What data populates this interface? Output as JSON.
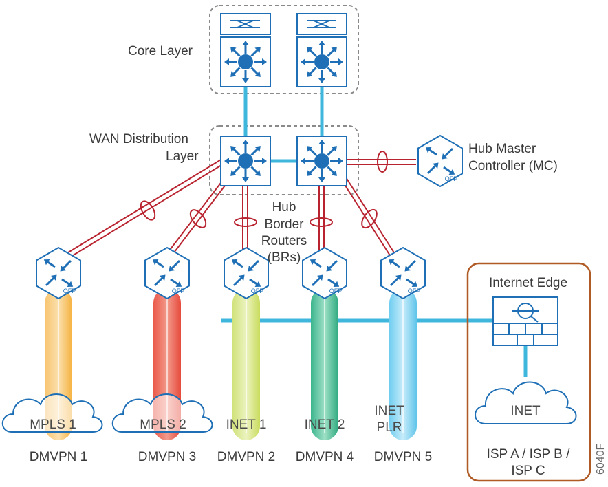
{
  "labels": {
    "core_layer": "Core Layer",
    "wan_dist_line1": "WAN Distribution",
    "wan_dist_line2": "Layer",
    "hub_mc_line1": "Hub Master",
    "hub_mc_line2": "Controller (MC)",
    "hub_br_line1": "Hub",
    "hub_br_line2": "Border",
    "hub_br_line3": "Routers",
    "hub_br_line4": "(BRs)",
    "internet_edge": "Internet Edge",
    "inet_cloud": "INET",
    "isp_line1": "ISP A / ISP B /",
    "isp_line2": "ISP C",
    "figure_id": "6040F",
    "qfp": "QFP"
  },
  "transports": [
    {
      "cloud": "MPLS 1",
      "dmvpn": "DMVPN 1",
      "color": "#f5b240"
    },
    {
      "cloud": "MPLS 2",
      "dmvpn": "DMVPN 3",
      "color": "#ea5a4a"
    },
    {
      "cloud": "INET 1",
      "dmvpn": "DMVPN 2",
      "color": "#c9dc5c"
    },
    {
      "cloud": "INET 2",
      "dmvpn": "DMVPN 4",
      "color": "#3bb58c"
    },
    {
      "cloud_line1": "INET",
      "cloud_line2": "PLR",
      "dmvpn": "DMVPN 5",
      "color": "#5fc4ea"
    }
  ],
  "colors": {
    "device_blue": "#1e6fb5",
    "link_cyan": "#3fb6dc",
    "wan_red": "#b8232f",
    "edge_border": "#b05a25",
    "dashed_group": "#8a8a8a"
  }
}
